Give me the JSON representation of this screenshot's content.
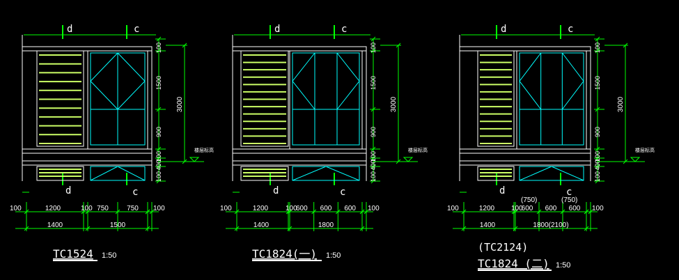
{
  "colors": {
    "background": "#000000",
    "wall": "#ffffff",
    "dimension": "#00ff00",
    "glazing": "#00ffff",
    "louver": "#ccff66",
    "label": "#ffffff"
  },
  "units": [
    {
      "grid_left": "d",
      "grid_right": "c",
      "bottom_labels": [
        "1200",
        "100",
        "750",
        "750"
      ],
      "bottom_edge_labels": [
        "100",
        "100"
      ],
      "total_labels": [
        "1400",
        "1500"
      ],
      "vertical_labels": [
        "100",
        "1500",
        "900",
        "100",
        "400",
        "100"
      ],
      "overall_height": "3000",
      "floor_note": "楼层标高",
      "title_pre": "",
      "title": "TC1524",
      "scale": "1:50"
    },
    {
      "grid_left": "d",
      "grid_right": "c",
      "bottom_labels": [
        "1200",
        "100",
        "600",
        "600",
        "600"
      ],
      "bottom_edge_labels": [
        "100",
        "100"
      ],
      "total_labels": [
        "1400",
        "1800"
      ],
      "vertical_labels": [
        "100",
        "1500",
        "900",
        "100",
        "400",
        "100"
      ],
      "overall_height": "3000",
      "floor_note": "楼层标高",
      "title_pre": "",
      "title": "TC1824(一)",
      "scale": "1:50"
    },
    {
      "grid_left": "d",
      "grid_right": "c",
      "bottom_labels": [
        "1200",
        "100",
        "600",
        "600",
        "600"
      ],
      "bottom_edge_labels": [
        "100",
        "100"
      ],
      "alt_labels": [
        "(750)",
        "(750)"
      ],
      "total_labels": [
        "1400",
        "1800(2100)"
      ],
      "vertical_labels": [
        "100",
        "1500",
        "900",
        "100",
        "400",
        "100"
      ],
      "overall_height": "3000",
      "floor_note": "楼层标高",
      "title_pre": "(TC2124)",
      "title": "TC1824 (二)",
      "scale": "1:50"
    }
  ]
}
